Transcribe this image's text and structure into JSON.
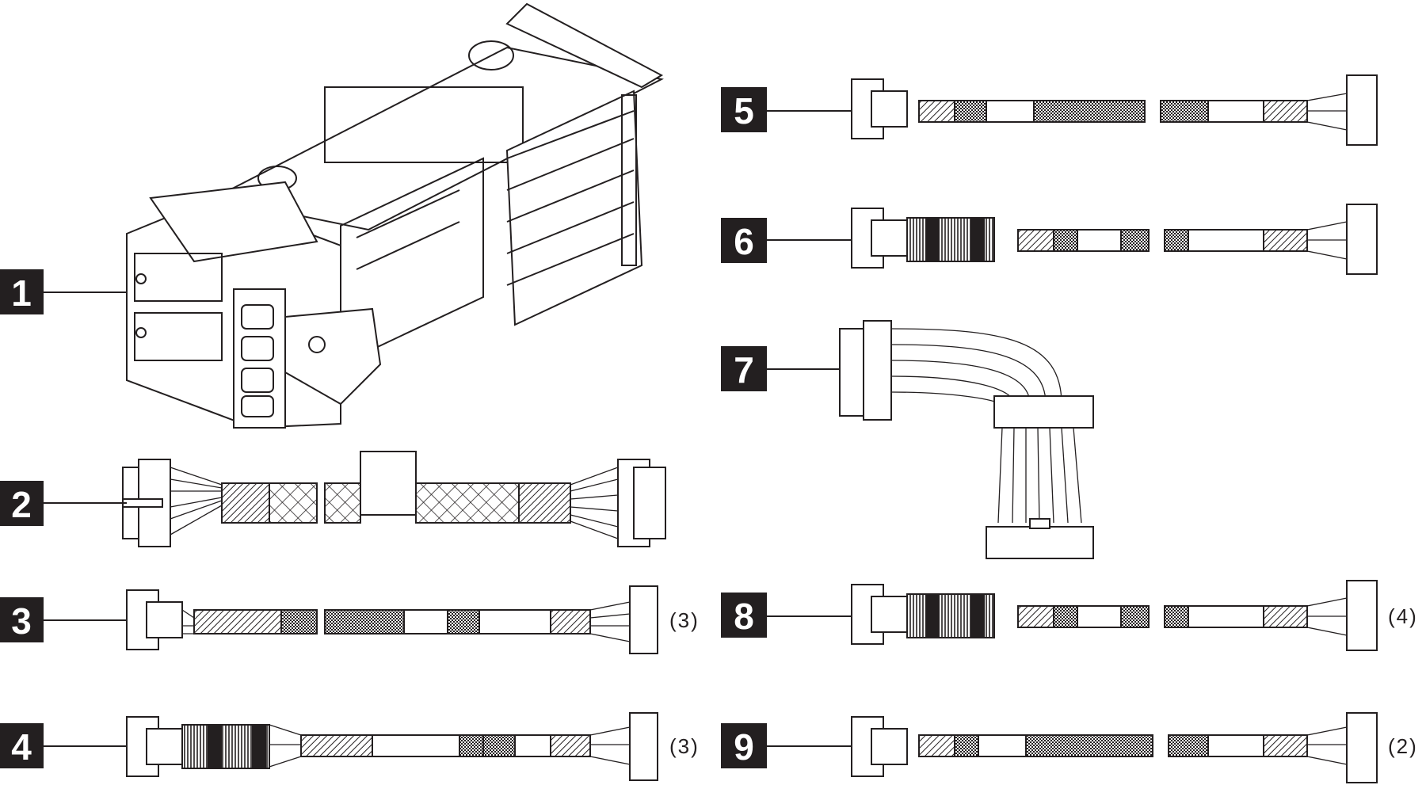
{
  "callouts": [
    {
      "id": "1",
      "label": "1"
    },
    {
      "id": "2",
      "label": "2"
    },
    {
      "id": "3",
      "label": "3",
      "quantity": "(3)"
    },
    {
      "id": "4",
      "label": "4",
      "quantity": "(3)"
    },
    {
      "id": "5",
      "label": "5"
    },
    {
      "id": "6",
      "label": "6"
    },
    {
      "id": "7",
      "label": "7"
    },
    {
      "id": "8",
      "label": "8",
      "quantity": "(4)"
    },
    {
      "id": "9",
      "label": "9",
      "quantity": "(2)"
    }
  ],
  "colors": {
    "ink": "#231f20",
    "badge": "#231f20",
    "background": "#ffffff"
  }
}
